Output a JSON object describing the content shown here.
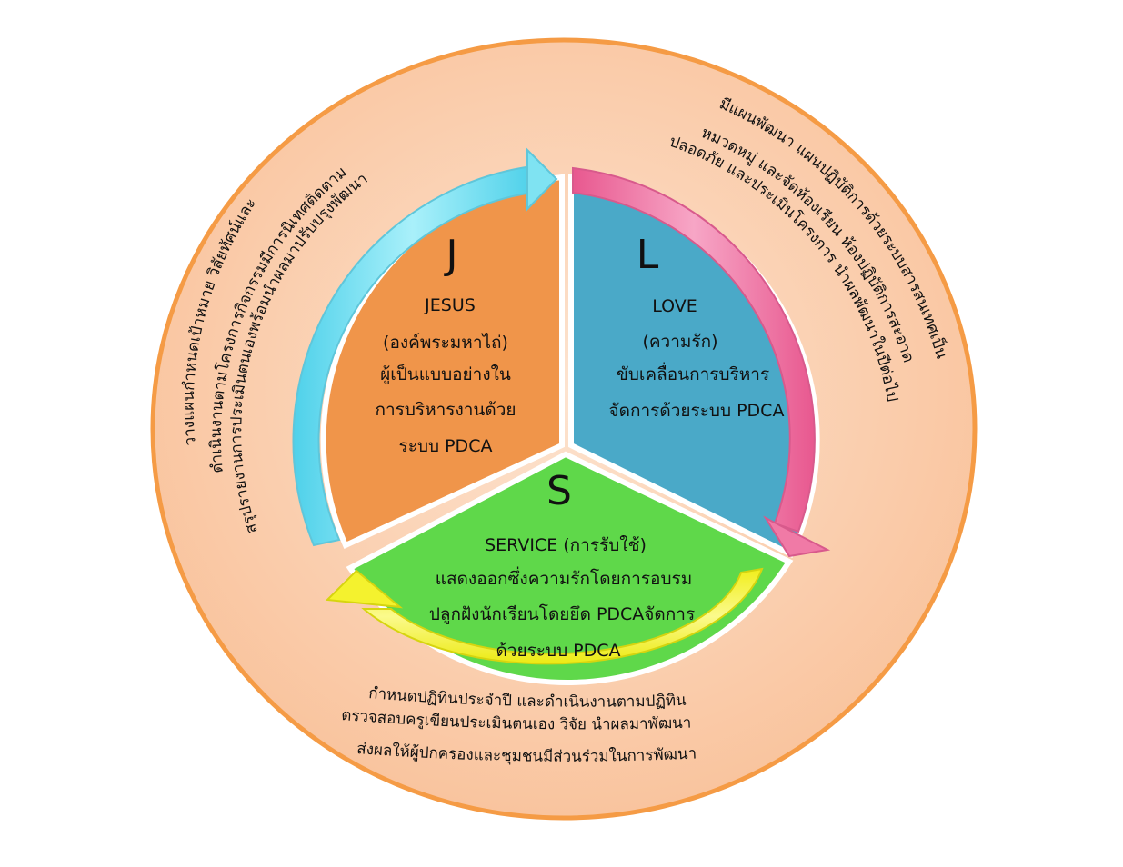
{
  "segments": {
    "j": {
      "letter": "J",
      "lines": [
        "JESUS",
        "(องค์พระมหาไถ่)",
        "ผู้เป็นแบบอย่างใน",
        "การบริหารงานด้วย",
        "ระบบ PDCA"
      ]
    },
    "l": {
      "letter": "L",
      "lines": [
        "LOVE",
        "(ความรัก)",
        "ขับเคลื่อนการบริหาร",
        "จัดการด้วยระบบ PDCA"
      ]
    },
    "s": {
      "letter": "S",
      "lines": [
        "SERVICE (การรับใช้)",
        "แสดงออกซึ่งความรักโดยการอบรม",
        "ปลูกฝังนักเรียนโดยยึด PDCAจัดการ",
        "ด้วยระบบ PDCA"
      ]
    }
  },
  "outer": {
    "left": [
      "วางแผนกำหนดเป้าหมาย วิสัยทัศน์และ",
      "ดำเนินงานตามโครงการกิจกรรมมีการนิเทศติดตาม",
      "สรุปรายงานการประเมินตนเองพร้อมนำผลมาปรับปรุงพัฒนา"
    ],
    "right": [
      "มีแผนพัฒนา แผนปฏิบัติการด้วยระบบสารสนเทศเป็น",
      "หมวดหมู่ และจัดห้องเรียน ห้องปฏิบัติการสะอาด",
      "ปลอดภัย และประเมินโครงการ นำผลพัฒนาในปีต่อไป"
    ],
    "bottom": [
      "กำหนดปฏิทินประจำปี และดำเนินงานตามปฏิทิน",
      "ตรวจสอบครูเขียนประเมินตนเอง วิจัย นำผลมาพัฒนา",
      "ส่งผลให้ผู้ปกครองและชุมชนมีส่วนร่วมในการพัฒนา"
    ]
  },
  "colors": {
    "outer_fill": "#fbcba7",
    "outer_stroke": "#f59b45",
    "j_fill": "#f0954a",
    "l_fill": "#4aa9c8",
    "s_fill": "#5fd84a",
    "arrow_cyan": "#7fe3f2",
    "arrow_pink": "#f07aa6",
    "arrow_yellow": "#f4f22e"
  }
}
